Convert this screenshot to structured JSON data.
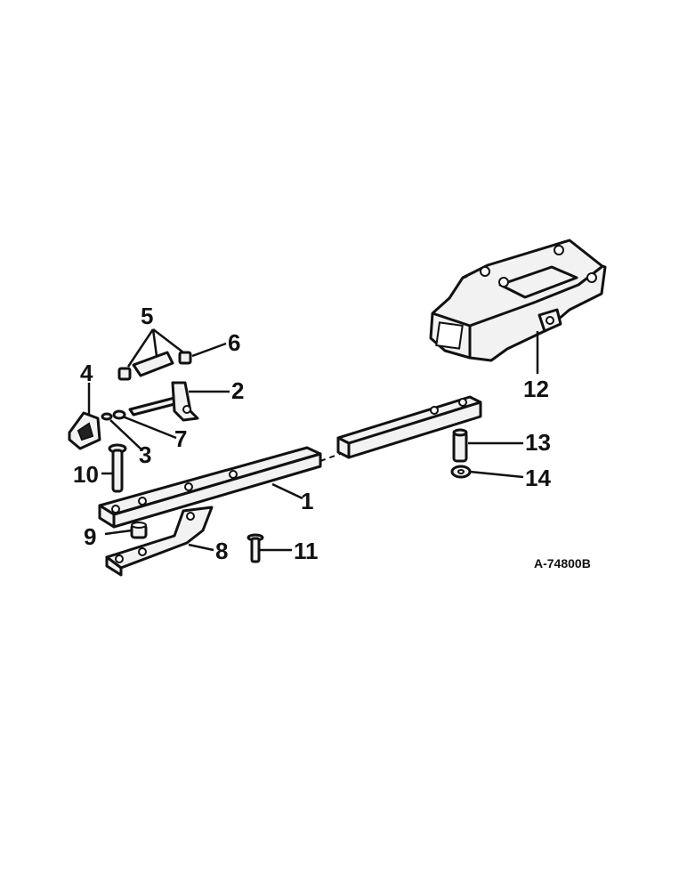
{
  "callouts": {
    "c1": "1",
    "c2": "2",
    "c3": "3",
    "c4": "4",
    "c5": "5",
    "c6": "6",
    "c7": "7",
    "c8": "8",
    "c9": "9",
    "c10": "10",
    "c11": "11",
    "c12": "12",
    "c13": "13",
    "c14": "14"
  },
  "reference_code": "A-74800B"
}
